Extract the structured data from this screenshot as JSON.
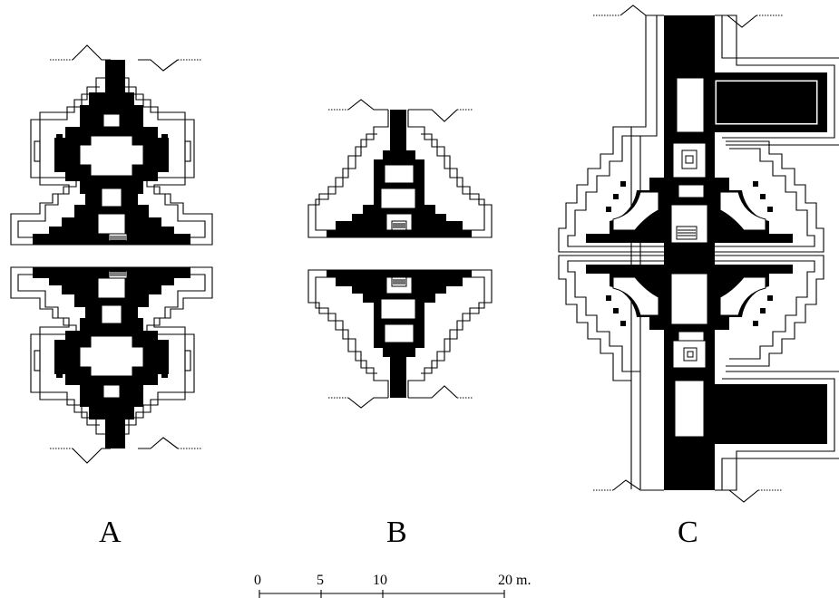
{
  "figure": {
    "plans": [
      {
        "id": "A",
        "label": "A"
      },
      {
        "id": "B",
        "label": "B"
      },
      {
        "id": "C",
        "label": "C"
      }
    ],
    "scale_bar": {
      "ticks": [
        "0",
        "5",
        "10",
        "20 m."
      ]
    }
  }
}
